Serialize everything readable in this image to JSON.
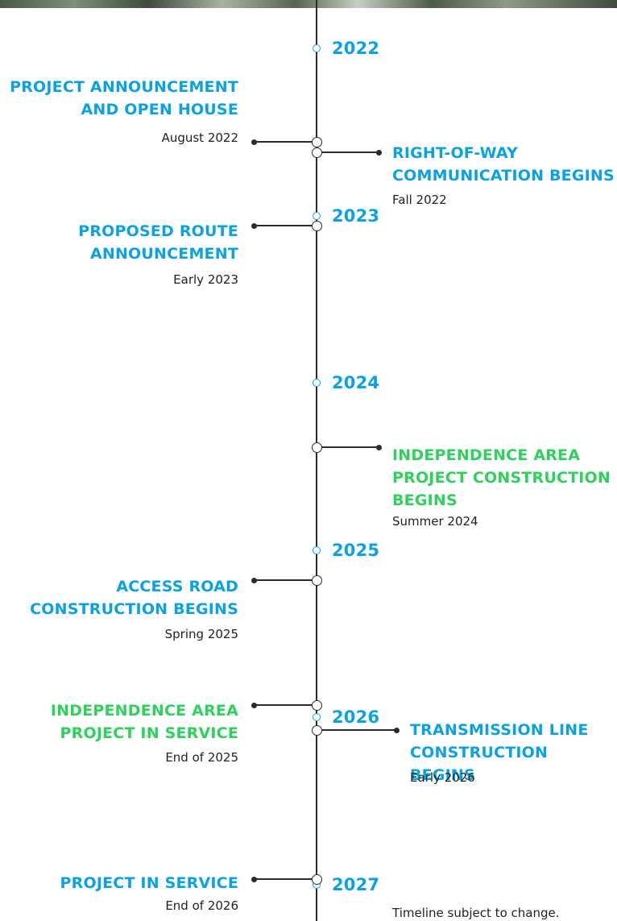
{
  "years": [
    "2022",
    "2023",
    "2024",
    "2025",
    "2026",
    "2027"
  ],
  "events": [
    {
      "title": "PROJECT ANNOUNCEMENT AND OPEN HOUSE",
      "title_lines": [
        "PROJECT ANNOUNCEMENT",
        "AND OPEN HOUSE"
      ],
      "date": "August 2022",
      "side": "left",
      "color": "#0aa2e0"
    },
    {
      "title": "RIGHT-OF-WAY COMMUNICATION BEGINS",
      "title_lines": [
        "RIGHT-OF-WAY",
        "COMMUNICATION BEGINS"
      ],
      "date": "Fall 2022",
      "side": "right",
      "color": "#0aa2e0"
    },
    {
      "title": "PROPOSED ROUTE ANNOUNCEMENT",
      "title_lines": [
        "PROPOSED ROUTE",
        "ANNOUNCEMENT"
      ],
      "date": "Early 2023",
      "side": "left",
      "color": "#0aa2e0"
    },
    {
      "title": "INDEPENDENCE AREA PROJECT CONSTRUCTION BEGINS",
      "title_lines": [
        "INDEPENDENCE AREA",
        "PROJECT CONSTRUCTION",
        "BEGINS"
      ],
      "date": "Summer 2024",
      "side": "right",
      "color": "#2ed15c"
    },
    {
      "title": "ACCESS ROAD CONSTRUCTION BEGINS",
      "title_lines": [
        "ACCESS ROAD",
        "CONSTRUCTION BEGINS"
      ],
      "date": "Spring 2025",
      "side": "left",
      "color": "#0aa2e0"
    },
    {
      "title": "INDEPENDENCE AREA PROJECT IN SERVICE",
      "title_lines": [
        "INDEPENDENCE AREA",
        "PROJECT IN SERVICE"
      ],
      "date": "End of 2025",
      "side": "left",
      "color": "#2ed15c"
    },
    {
      "title": "TRANSMISSION LINE CONSTRUCTION BEGINS",
      "title_lines": [
        "TRANSMISSION LINE",
        "CONSTRUCTION BEGINS"
      ],
      "date": "Early 2026",
      "side": "right",
      "color": "#0aa2e0"
    },
    {
      "title": "PROJECT IN SERVICE",
      "title_lines": [
        "PROJECT IN SERVICE"
      ],
      "date": "End of 2026",
      "side": "left",
      "color": "#0aa2e0"
    }
  ],
  "footnote": "Timeline subject to change."
}
